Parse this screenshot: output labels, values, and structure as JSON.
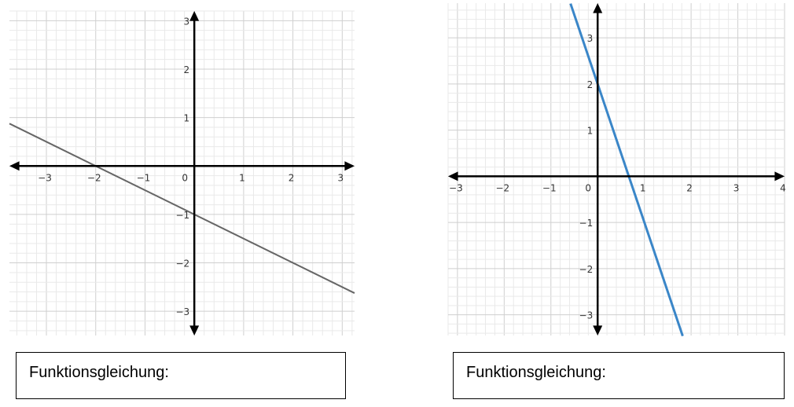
{
  "chart_data": [
    {
      "type": "line",
      "xlim": [
        -3.75,
        3.25
      ],
      "ylim": [
        -3.5,
        3.2
      ],
      "grid": true,
      "x_ticks": [
        -3,
        -2,
        -1,
        0,
        1,
        2,
        3
      ],
      "y_ticks": [
        -3,
        -2,
        -1,
        1,
        2,
        3
      ],
      "tick_labels_x": [
        "−3",
        "−2",
        "−1",
        "0",
        "1",
        "2",
        "3"
      ],
      "tick_labels_y": [
        "−3",
        "−2",
        "−1",
        "1",
        "2",
        "3"
      ],
      "series": [
        {
          "color": "#666666",
          "x": [
            -3.75,
            3.25
          ],
          "y": [
            0.875,
            -2.625
          ]
        }
      ]
    },
    {
      "type": "line",
      "xlim": [
        -3.2,
        4.0
      ],
      "ylim": [
        -3.45,
        3.75
      ],
      "grid": true,
      "x_ticks": [
        -3,
        -2,
        -1,
        0,
        1,
        2,
        3,
        4
      ],
      "y_ticks": [
        -3,
        -2,
        -1,
        1,
        2,
        3
      ],
      "tick_labels_x": [
        "−3",
        "−2",
        "−1",
        "0",
        "1",
        "2",
        "3",
        "4"
      ],
      "tick_labels_y": [
        "−3",
        "−2",
        "−1",
        "1",
        "2",
        "3"
      ],
      "series": [
        {
          "color": "#3a86c8",
          "x": [
            -0.58,
            1.82
          ],
          "y": [
            3.74,
            -3.46
          ]
        }
      ]
    }
  ],
  "answer_boxes": [
    {
      "label": "Funktionsgleichung:"
    },
    {
      "label": "Funktionsgleichung:"
    }
  ]
}
